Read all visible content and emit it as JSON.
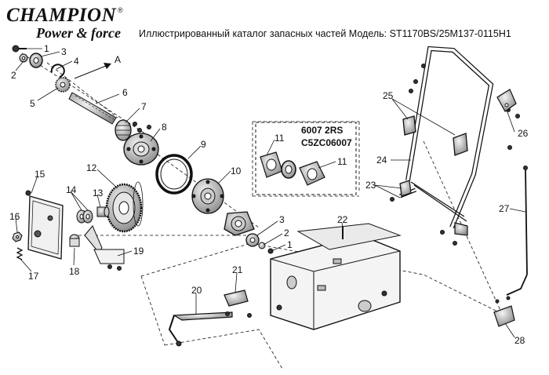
{
  "brand": {
    "name": "CHAMPION",
    "reg": "®",
    "tagline": "Power & force"
  },
  "header": {
    "title": "Иллюстрированный каталог запасных частей  Модель: ST1170BS/25M137-0115H1"
  },
  "callouts": [
    {
      "id": "c1a",
      "text": "1"
    },
    {
      "id": "c2a",
      "text": "2"
    },
    {
      "id": "c3a",
      "text": "3"
    },
    {
      "id": "c4",
      "text": "4"
    },
    {
      "id": "cA",
      "text": "A"
    },
    {
      "id": "c5",
      "text": "5"
    },
    {
      "id": "c6",
      "text": "6"
    },
    {
      "id": "c7",
      "text": "7"
    },
    {
      "id": "c8",
      "text": "8"
    },
    {
      "id": "c9",
      "text": "9"
    },
    {
      "id": "c10",
      "text": "10"
    },
    {
      "id": "c11a",
      "text": "11"
    },
    {
      "id": "c11b",
      "text": "11"
    },
    {
      "id": "c12",
      "text": "12"
    },
    {
      "id": "c13",
      "text": "13"
    },
    {
      "id": "c14",
      "text": "14"
    },
    {
      "id": "c15",
      "text": "15"
    },
    {
      "id": "c16",
      "text": "16"
    },
    {
      "id": "c17",
      "text": "17"
    },
    {
      "id": "c18",
      "text": "18"
    },
    {
      "id": "c19",
      "text": "19"
    },
    {
      "id": "c20",
      "text": "20"
    },
    {
      "id": "c21",
      "text": "21"
    },
    {
      "id": "c22",
      "text": "22"
    },
    {
      "id": "c3b",
      "text": "3"
    },
    {
      "id": "c2b",
      "text": "2"
    },
    {
      "id": "c1b",
      "text": "1"
    },
    {
      "id": "c23",
      "text": "23"
    },
    {
      "id": "c24",
      "text": "24"
    },
    {
      "id": "c25",
      "text": "25"
    },
    {
      "id": "c26",
      "text": "26"
    },
    {
      "id": "c27",
      "text": "27"
    },
    {
      "id": "c28",
      "text": "28"
    }
  ],
  "bearing_spec": {
    "model": "6007 2RS",
    "code": "C5ZC06007"
  }
}
